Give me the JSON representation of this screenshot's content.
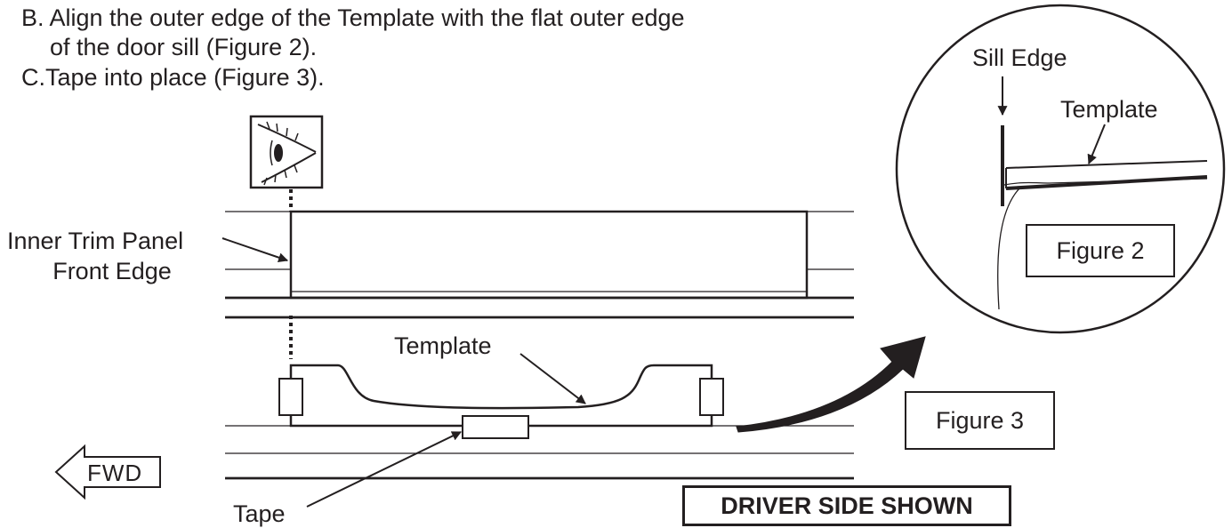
{
  "instructions": {
    "step_b_line1": "B. Align the outer edge of the Template with the flat outer edge",
    "step_b_line2": "of the door sill (Figure 2).",
    "step_c": "C.Tape into place (Figure 3)."
  },
  "callouts": {
    "inner_trim_line1": "Inner Trim Panel",
    "inner_trim_line2": "Front Edge",
    "template_main": "Template",
    "tape": "Tape",
    "sill_edge": "Sill Edge",
    "template_detail": "Template"
  },
  "figures": {
    "figure2": "Figure 2",
    "figure3": "Figure 3"
  },
  "direction_arrow": "FWD",
  "banner": "DRIVER SIDE SHOWN",
  "icons": {
    "viewpoint": "eye-icon"
  }
}
